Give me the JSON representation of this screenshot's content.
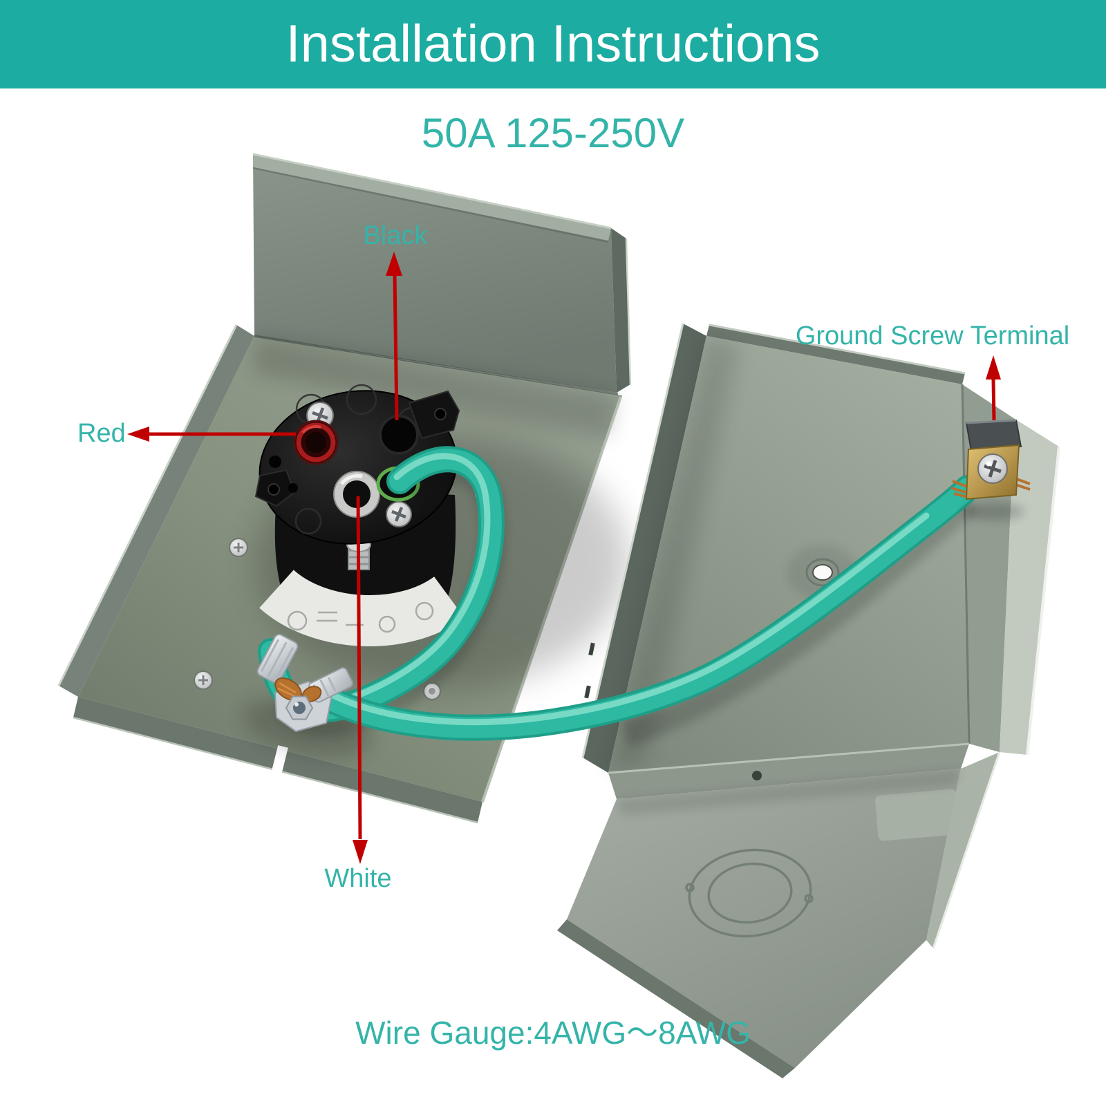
{
  "header": {
    "title": "Installation Instructions"
  },
  "subtitle": "50A 125-250V",
  "annotations": {
    "black": "Black",
    "red": "Red",
    "white": "White",
    "ground": "Ground Screw Terminal"
  },
  "footer": {
    "wire_gauge": "Wire Gauge:4AWG～8AWG"
  },
  "colors": {
    "header_bg": "#1caca1",
    "header_text": "#ffffff",
    "label_teal": "#34b4a9",
    "arrow_red": "#c00000",
    "wire_green": "#2db9a2",
    "metal_light": "#9aa79b",
    "metal_mid": "#87938a",
    "metal_dark": "#636e66",
    "brass": "#c9a54c",
    "receptacle_black": "#161616"
  }
}
